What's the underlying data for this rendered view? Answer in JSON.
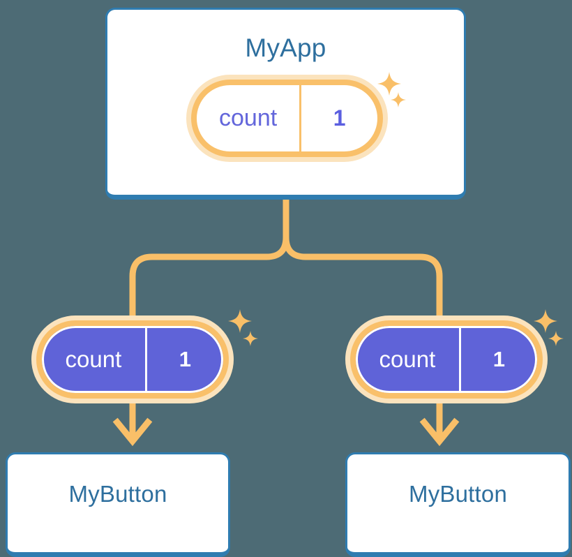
{
  "diagram": {
    "title": "MyApp",
    "background_color": "#4d6b75",
    "accent_orange": "#f9c06a",
    "accent_orange_pale": "#fbe3bd",
    "accent_blue": "#2f7cb0",
    "accent_purple": "#5f63d8",
    "text_blue": "#2e6f9e",
    "text_purple": "#6366db"
  },
  "root_node": {
    "label": "MyApp",
    "state": {
      "name": "count",
      "value": "1"
    }
  },
  "branches": [
    {
      "state": {
        "name": "count",
        "value": "1"
      },
      "consumer": {
        "label": "MyButton"
      }
    },
    {
      "state": {
        "name": "count",
        "value": "1"
      },
      "consumer": {
        "label": "MyButton"
      }
    }
  ],
  "icons": {
    "sparkle_large": "sparkle-icon",
    "sparkle_small": "sparkle-icon",
    "arrow_down": "arrow-down-icon",
    "tree_connector": "tree-connector"
  }
}
